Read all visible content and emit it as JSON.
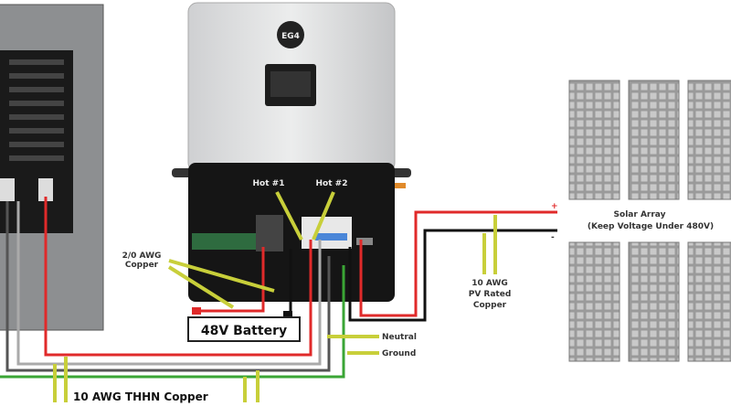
{
  "inverter": {
    "logo": "EG4"
  },
  "labels": {
    "hot1": "Hot #1",
    "hot2": "Hot #2",
    "battery_cable_line1": "2/0 AWG",
    "battery_cable_line2": "Copper",
    "battery": "48V Battery",
    "neutral": "Neutral",
    "ground": "Ground",
    "ac_wire": "10 AWG THHN Copper",
    "pv_wire_line1": "10 AWG",
    "pv_wire_line2": "PV Rated",
    "pv_wire_line3": "Copper",
    "solar_line1": "Solar Array",
    "solar_line2": "(Keep Voltage Under 480V)",
    "plus": "+",
    "minus": "-"
  },
  "colors": {
    "hot": "#e02a2a",
    "ground": "#3aa535",
    "neutral": "#aaaaaa",
    "arrow": "#c8cf3a",
    "black": "#111111"
  }
}
